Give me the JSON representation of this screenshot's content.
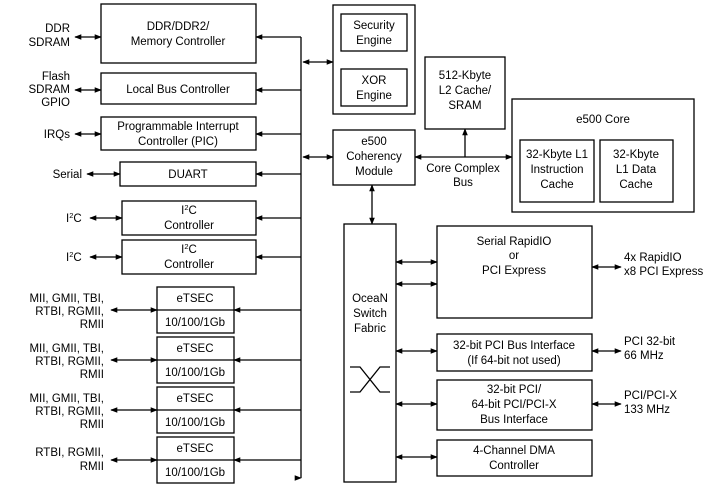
{
  "external": {
    "ddr": [
      "DDR",
      "SDRAM"
    ],
    "flash": [
      "Flash",
      "SDRAM",
      "GPIO"
    ],
    "irqs": "IRQs",
    "serial": "Serial",
    "i2c_a": {
      "base": "I",
      "sup": "2",
      "rest": "C"
    },
    "i2c_b": {
      "base": "I",
      "sup": "2",
      "rest": "C"
    },
    "mii1": [
      "MII, GMII, TBI,",
      "RTBI, RGMII,",
      "RMII"
    ],
    "mii2": [
      "MII, GMII, TBI,",
      "RTBI, RGMII,",
      "RMII"
    ],
    "mii3": [
      "MII, GMII, TBI,",
      "RTBI, RGMII,",
      "RMII"
    ],
    "mii4": [
      "RTBI, RGMII,",
      "RMII"
    ],
    "rapidio": [
      "4x RapidIO",
      "x8 PCI Express"
    ],
    "pci32": [
      "PCI 32-bit",
      "66 MHz"
    ],
    "pcix": [
      "PCI/PCI-X",
      "133 MHz"
    ]
  },
  "blocks": {
    "ddr_ctrl": [
      "DDR/DDR2/",
      "Memory Controller"
    ],
    "local_bus": "Local Bus Controller",
    "pic": [
      "Programmable Interrupt",
      "Controller (PIC)"
    ],
    "duart": "DUART",
    "i2c_ctrl_a": {
      "base": "I",
      "sup": "2",
      "rest": "C",
      "line2": "Controller"
    },
    "i2c_ctrl_b": {
      "base": "I",
      "sup": "2",
      "rest": "C",
      "line2": "Controller"
    },
    "etsec": [
      {
        "name": "eTSEC",
        "speed": "10/100/1Gb"
      },
      {
        "name": "eTSEC",
        "speed": "10/100/1Gb"
      },
      {
        "name": "eTSEC",
        "speed": "10/100/1Gb"
      },
      {
        "name": "eTSEC",
        "speed": "10/100/1Gb"
      }
    ],
    "security": [
      "Security",
      "Engine"
    ],
    "xor": [
      "XOR",
      "Engine"
    ],
    "l2_cache": [
      "512-Kbyte",
      "L2 Cache/",
      "SRAM"
    ],
    "coherency": [
      "e500",
      "Coherency",
      "Module"
    ],
    "ccb_label": [
      "Core Complex",
      "Bus"
    ],
    "e500_core": "e500 Core",
    "l1_icache": [
      "32-Kbyte L1",
      "Instruction",
      "Cache"
    ],
    "l1_dcache": [
      "32-Kbyte",
      "L1 Data",
      "Cache"
    ],
    "ocean": [
      "OceaN",
      "Switch",
      "Fabric"
    ],
    "srio": [
      "Serial RapidIO",
      "or",
      "PCI Express"
    ],
    "pci32_if": [
      "32-bit PCI Bus Interface",
      "(If 64-bit not used)"
    ],
    "pcix_if": [
      "32-bit PCI/",
      "64-bit PCI/PCI-X",
      "Bus Interface"
    ],
    "dma": [
      "4-Channel DMA",
      "Controller"
    ]
  }
}
